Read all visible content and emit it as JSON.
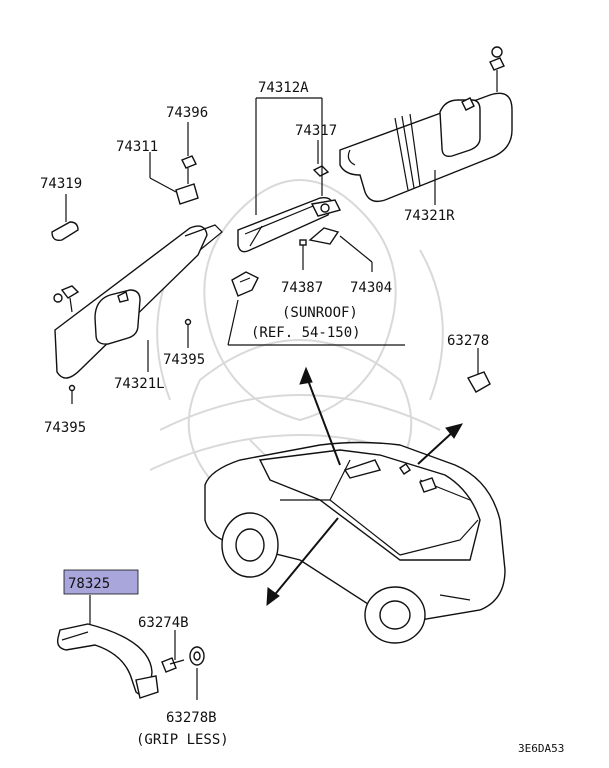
{
  "parts": {
    "p74312A": "74312A",
    "p74396": "74396",
    "p74317": "74317",
    "p74311": "74311",
    "p74319": "74319",
    "p74321R": "74321R",
    "p74387": "74387",
    "p74304": "74304",
    "p74395a": "74395",
    "p74321L": "74321L",
    "p74395b": "74395",
    "p63278": "63278",
    "p78325": "78325",
    "p63274B": "63274B",
    "p63278B": "63278B"
  },
  "notes": {
    "sunroof": "(SUNROOF)",
    "ref": "(REF. 54-150)",
    "grip_less": "(GRIP LESS)",
    "diagram_code": "3E6DA53"
  },
  "highlight_color": "#a9a6dc"
}
